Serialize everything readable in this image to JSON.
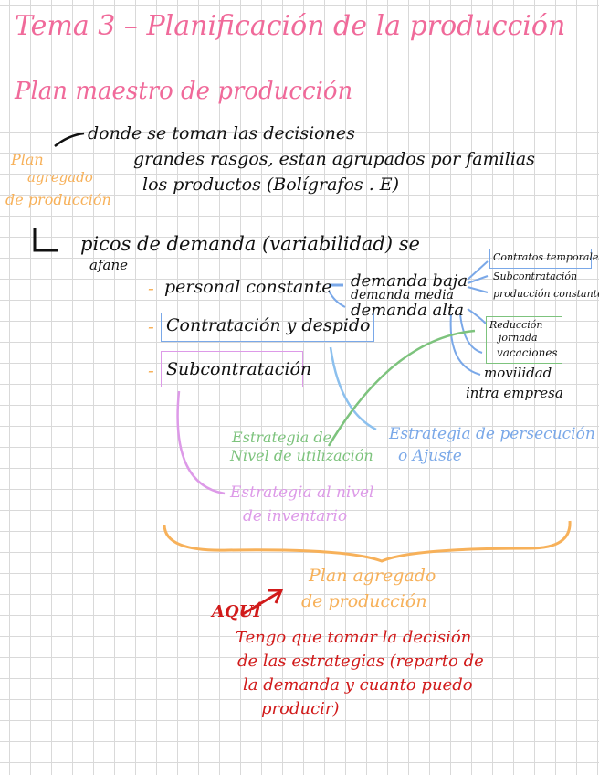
{
  "title": "Tema 3 – Planificación de la producción",
  "subtitle": "Plan maestro de producción",
  "plan_label": [
    "Plan",
    "agregado",
    "de producción"
  ],
  "decisions": "donde se toman las decisiones",
  "families_1": "grandes rasgos, estan agrupados por familias",
  "families_2": "los productos (Bolígrafos . E)",
  "peaks_1": "picos de demanda (variabilidad) se",
  "peaks_2": "afane",
  "strategies": {
    "personal": "personal constante",
    "hiring": "Contratación y despido",
    "subcontract": "Subcontratación"
  },
  "demand": {
    "low": "demanda baja",
    "medium": "demanda media",
    "high": "demanda alta"
  },
  "low_options": [
    "Contratos temporales",
    "Subcontratación",
    "producción constante"
  ],
  "high_options": [
    "Reducción",
    "jornada",
    "vacaciones",
    "movilidad",
    "intra empresa"
  ],
  "targets": {
    "utilization_1": "Estrategia de",
    "utilization_2": "Nivel de utilización",
    "persecution_1": "Estrategia de persecución",
    "persecution_2": "o Ajuste",
    "inventory_1": "Estrategia al nivel",
    "inventory_2": "de inventario"
  },
  "plan_agregado_1": "Plan agregado",
  "plan_agregado_2": "de producción",
  "aqui": "AQUÍ",
  "note": [
    "Tengo que tomar la decisión",
    "de las estrategias (reparto de",
    "la demanda y cuanto puedo",
    "producir)"
  ],
  "colors": {
    "pink": "#f06a9a",
    "orange": "#f7b15a",
    "blue": "#7aa8e8",
    "green": "#7dc37d",
    "violet": "#dd9ae8",
    "red": "#d11a1a"
  }
}
